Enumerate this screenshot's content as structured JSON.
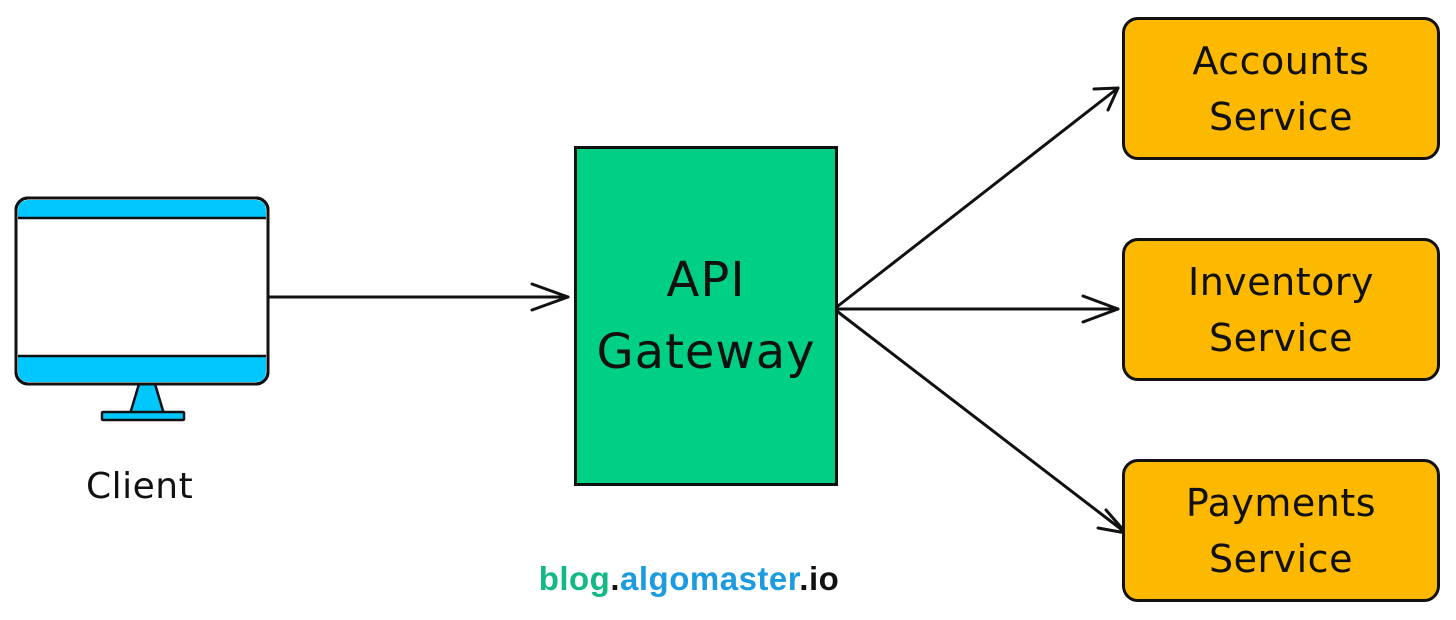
{
  "client": {
    "label": "Client",
    "icon": "monitor-icon",
    "color": "#00C8FF"
  },
  "gateway": {
    "line1": "API",
    "line2": "Gateway",
    "color": "#00D084"
  },
  "services": [
    {
      "line1": "Accounts",
      "line2": "Service"
    },
    {
      "line1": "Inventory",
      "line2": "Service"
    },
    {
      "line1": "Payments",
      "line2": "Service"
    }
  ],
  "service_color": "#FCB900",
  "edges": [
    {
      "from": "Client",
      "to": "API Gateway"
    },
    {
      "from": "API Gateway",
      "to": "Accounts Service"
    },
    {
      "from": "API Gateway",
      "to": "Inventory Service"
    },
    {
      "from": "API Gateway",
      "to": "Payments Service"
    }
  ],
  "watermark": {
    "part1": "blog",
    "dot1": ".",
    "part2": "algomaster",
    "dot2": ".",
    "part3": "io",
    "color1": "#12B886",
    "color2": "#1C9BE0",
    "color_dark": "#111111"
  }
}
